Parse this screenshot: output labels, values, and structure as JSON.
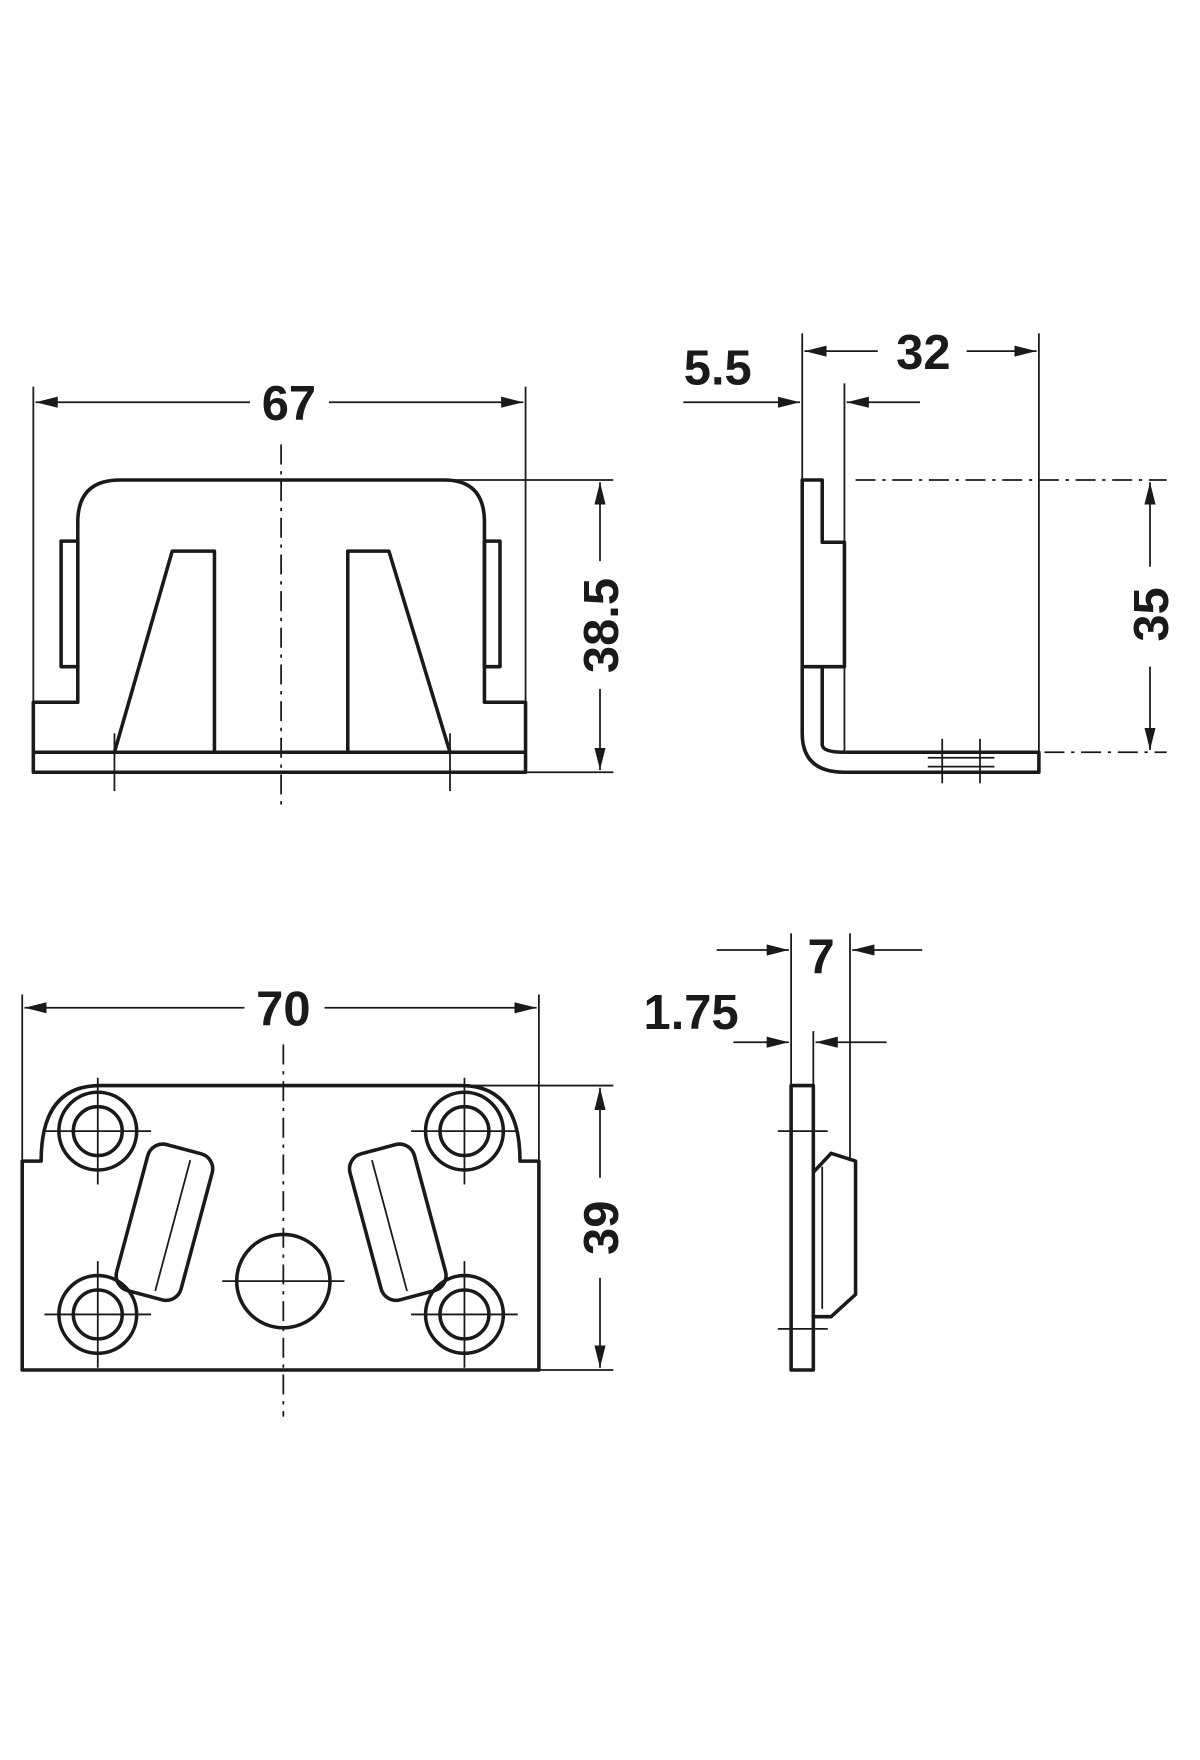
{
  "drawing": {
    "front_view": {
      "width_label": "67",
      "height_label": "38.5"
    },
    "side_view": {
      "depth_label": "32",
      "thickness_label": "5.5",
      "height_label": "35"
    },
    "plate_view": {
      "width_label": "70",
      "height_label": "39"
    },
    "plate_side_view": {
      "depth_label": "7",
      "thickness_label": "1.75"
    }
  }
}
